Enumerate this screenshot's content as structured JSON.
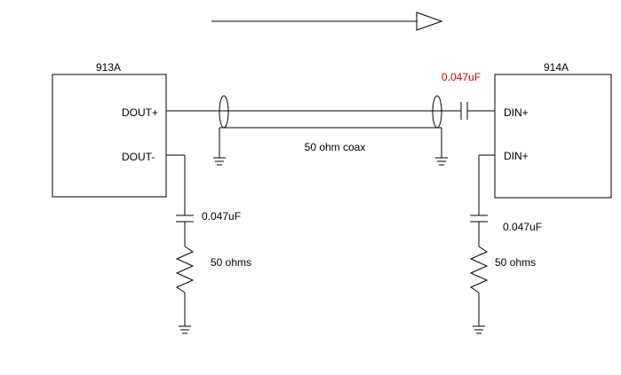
{
  "left_device": {
    "name": "913A",
    "pin_top": "DOUT+",
    "pin_bottom": "DOUT-"
  },
  "right_device": {
    "name": "914A",
    "pin_top": "DIN+",
    "pin_bottom": "DIN+"
  },
  "series_cap": {
    "value": "0.047uF",
    "color": "#cc0000"
  },
  "coax": {
    "label": "50 ohm coax"
  },
  "left_termination": {
    "cap_value": "0.047uF",
    "resistor_value": "50 ohms"
  },
  "right_termination": {
    "cap_value": "0.047uF",
    "resistor_value": "50 ohms"
  },
  "signal_direction": "left-to-right"
}
